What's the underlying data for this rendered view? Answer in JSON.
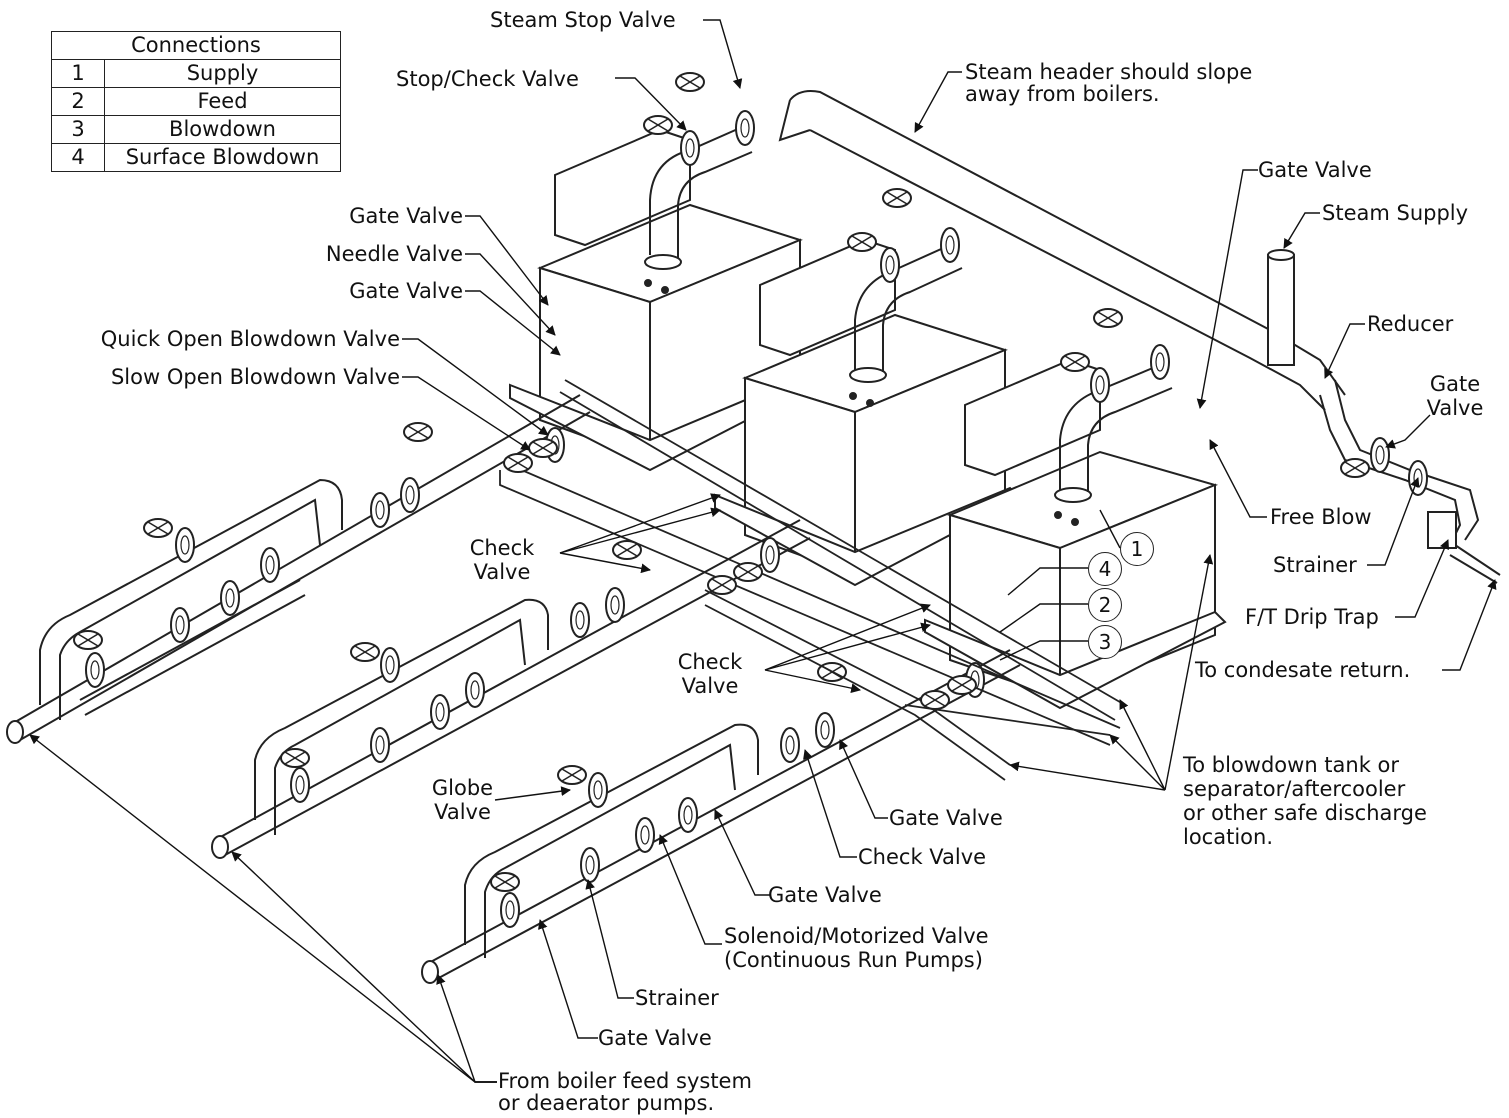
{
  "connections_table": {
    "title": "Connections",
    "rows": [
      {
        "num": "1",
        "desc": "Supply"
      },
      {
        "num": "2",
        "desc": "Feed"
      },
      {
        "num": "3",
        "desc": "Blowdown"
      },
      {
        "num": "4",
        "desc": "Surface Blowdown"
      }
    ]
  },
  "labels": {
    "steam_stop_valve": "Steam Stop Valve",
    "stop_check_valve": "Stop/Check Valve",
    "steam_header_slope": [
      "Steam header should slope",
      "away from boilers."
    ],
    "gate_valve_top_right": "Gate Valve",
    "steam_supply": "Steam Supply",
    "reducer": "Reducer",
    "gate_valve_far_right": [
      "Gate",
      "Valve"
    ],
    "free_blow": "Free Blow",
    "strainer_right": "Strainer",
    "ft_drip_trap": "F/T Drip Trap",
    "to_condensate_return": "To condesate return.",
    "gate_valve_left_1": "Gate Valve",
    "needle_valve": "Needle Valve",
    "gate_valve_left_2": "Gate Valve",
    "quick_open_blowdown_valve": "Quick Open Blowdown Valve",
    "slow_open_blowdown_valve": "Slow Open Blowdown Valve",
    "check_valve_upper": [
      "Check",
      "Valve"
    ],
    "check_valve_lower": [
      "Check",
      "Valve"
    ],
    "to_blowdown_tank": [
      "To blowdown tank or",
      "separator/aftercooler",
      "or other safe discharge",
      "location."
    ],
    "globe_valve": [
      "Globe",
      "Valve"
    ],
    "gate_valve_bottom_1": "Gate Valve",
    "check_valve_bottom": "Check Valve",
    "gate_valve_bottom_2": "Gate Valve",
    "solenoid_valve": [
      "Solenoid/Motorized Valve",
      "(Continuous Run Pumps)"
    ],
    "strainer_bottom": "Strainer",
    "gate_valve_bottom_3": "Gate Valve",
    "from_boiler_feed": [
      "From boiler feed system",
      "or deaerator pumps."
    ]
  },
  "callout_numbers": [
    "1",
    "4",
    "2",
    "3"
  ]
}
